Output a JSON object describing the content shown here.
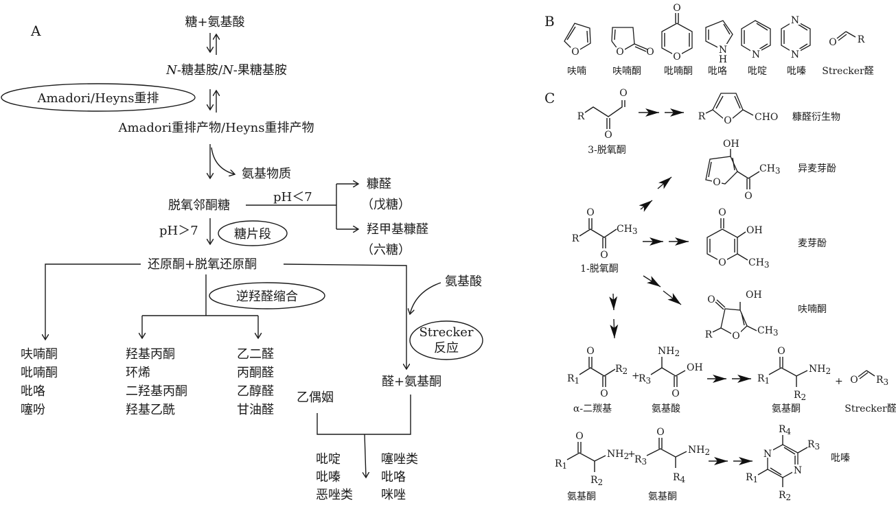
{
  "panels": {
    "A": {
      "label": "A",
      "nodes": {
        "sugar_aa": "糖+氨基酸",
        "glycosylamine": "N-糖基胺/N-果糖基胺",
        "glycosylamine_prefix1": "N",
        "glycosylamine_mid": "-糖基胺/",
        "glycosylamine_prefix2": "N",
        "glycosylamine_end": "-果糖基胺",
        "rearrangement_ellipse": "Amadori/Heyns重排",
        "rearrangement_products": "Amadori重排产物/Heyns重排产物",
        "amino_release": "氨基物质",
        "deoxyosone": "脱氧邻酮糖",
        "ph_low": "pH＜7",
        "ph_high": "pH＞7",
        "sugar_fragment_ellipse": "糖片段",
        "furfural": "糠醛",
        "furfural_note": "（戊糖）",
        "hmf": "羟甲基糠醛",
        "hmf_note": "（六糖）",
        "reductones": "还原酮+脱氧还原酮",
        "retro_aldol_ellipse": "逆羟醛缩合",
        "amino_acid": "氨基酸",
        "strecker_ellipse_line1": "Strecker",
        "strecker_ellipse_line2": "反应",
        "aldehyde_aminoketone": "醛+氨基酮",
        "acyloin": "乙偶姻"
      },
      "lists": {
        "left": [
          "呋喃酮",
          "吡喃酮",
          "吡咯",
          "噻吩"
        ],
        "middle": [
          "羟基丙酮",
          "环烯",
          "二羟基丙酮",
          "羟基乙酰"
        ],
        "right": [
          "乙二醛",
          "丙酮醛",
          "乙醇醛",
          "甘油醛"
        ],
        "bottom_left": [
          "吡啶",
          "吡嗪",
          "恶唑类"
        ],
        "bottom_right": [
          "噻唑类",
          "吡咯",
          "咪唑"
        ]
      }
    },
    "B": {
      "label": "B",
      "structures": [
        {
          "name": "呋喃"
        },
        {
          "name": "呋喃酮"
        },
        {
          "name": "吡喃酮"
        },
        {
          "name": "吡咯"
        },
        {
          "name": "吡啶"
        },
        {
          "name": "吡嗪"
        },
        {
          "name": "Strecker醛"
        }
      ],
      "atoms": {
        "O": "O",
        "N": "N",
        "H": "H",
        "R": "R"
      }
    },
    "C": {
      "label": "C",
      "reactions": {
        "deoxy3": "3-脱氧酮",
        "furfural_deriv": "糠醛衍生物",
        "cho": "CHO",
        "isomaltol": "异麦芽酚",
        "deoxy1": "1-脱氧酮",
        "maltol": "麦芽酚",
        "furanone": "呋喃酮",
        "dicarbonyl": "α-二羰基",
        "amino_acid": "氨基酸",
        "aminoketone": "氨基酮",
        "strecker_aldehyde": "Strecker醛",
        "pyrazine": "吡嗪"
      },
      "groups": {
        "OH": "OH",
        "CH3": "CH",
        "sub3": "3",
        "NH2": "NH",
        "sub2": "2",
        "R1": "R",
        "R2": "R",
        "R3": "R",
        "R4": "R",
        "plus": "+"
      }
    }
  }
}
